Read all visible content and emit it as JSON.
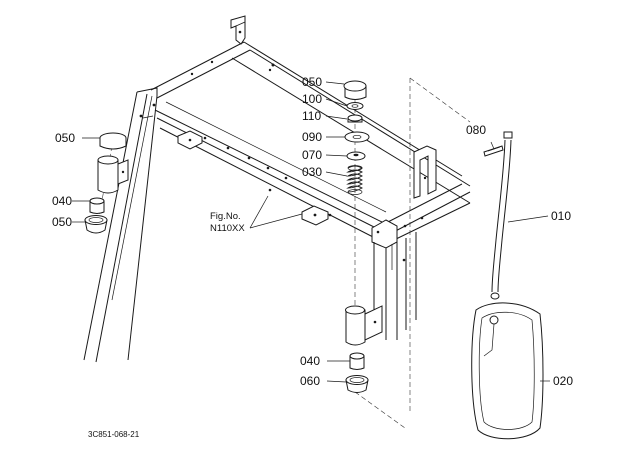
{
  "figure_ref": {
    "line1": "Fig.No.",
    "line2": "N110XX"
  },
  "drawing_code": "3C851-068-21",
  "callouts": {
    "c050_left": "050",
    "c040_left": "040",
    "c050_left_b": "050",
    "c050_top": "050",
    "c100": "100",
    "c110": "110",
    "c090": "090",
    "c070": "070",
    "c030": "030",
    "c080": "080",
    "c010": "010",
    "c040_bottom": "040",
    "c060": "060",
    "c020": "020"
  }
}
